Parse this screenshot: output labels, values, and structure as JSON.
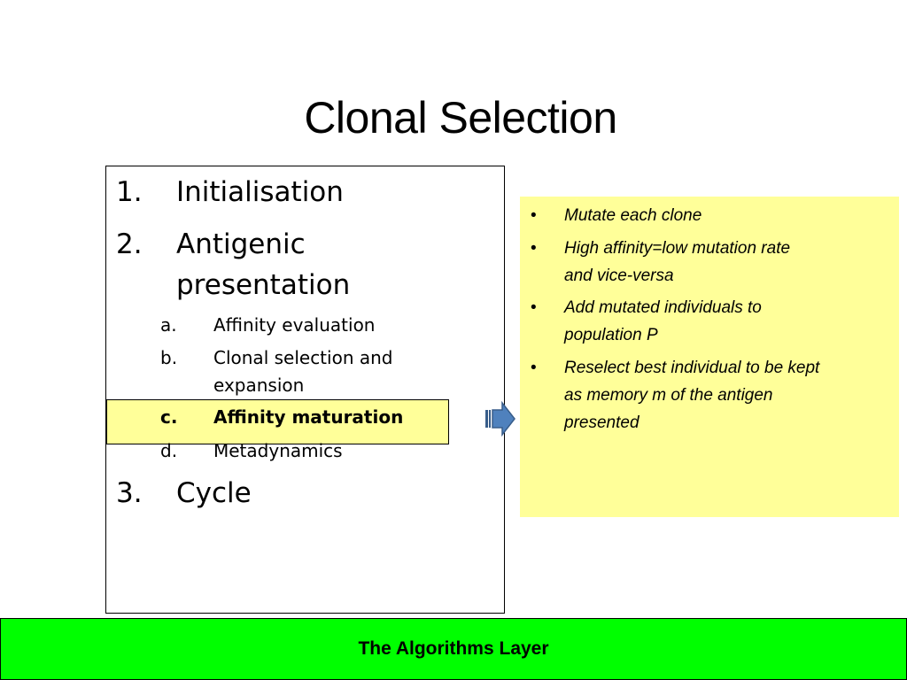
{
  "slide": {
    "title": "Clonal Selection"
  },
  "steps": [
    {
      "num": "1.",
      "label": "Initialisation"
    },
    {
      "num": "2.",
      "label_line1": "Antigenic",
      "label_line2": "presentation"
    },
    {
      "num": "3.",
      "label": "Cycle"
    }
  ],
  "substeps": [
    {
      "letter": "a.",
      "label": "Affinity evaluation"
    },
    {
      "letter": "b.",
      "label_line1": "Clonal selection and",
      "label_line2": "expansion"
    },
    {
      "letter": "c.",
      "label": "Affinity maturation",
      "highlighted": true
    },
    {
      "letter": "d.",
      "label": "Metadynamics"
    }
  ],
  "detail_bullets": [
    {
      "line1": "Mutate each clone"
    },
    {
      "line1": "High affinity=low mutation rate",
      "line2": "and vice-versa"
    },
    {
      "line1": "Add mutated individuals to",
      "line2": "population P"
    },
    {
      "line1": "Reselect best individual to be kept",
      "line2": "as memory m of the antigen",
      "line3": "presented"
    }
  ],
  "bullet_glyph": "•",
  "footer": {
    "label": "The Algorithms Layer"
  },
  "colors": {
    "highlight": "#ffff99",
    "footer_bg": "#00ff00",
    "arrow": "#4f81bd"
  }
}
